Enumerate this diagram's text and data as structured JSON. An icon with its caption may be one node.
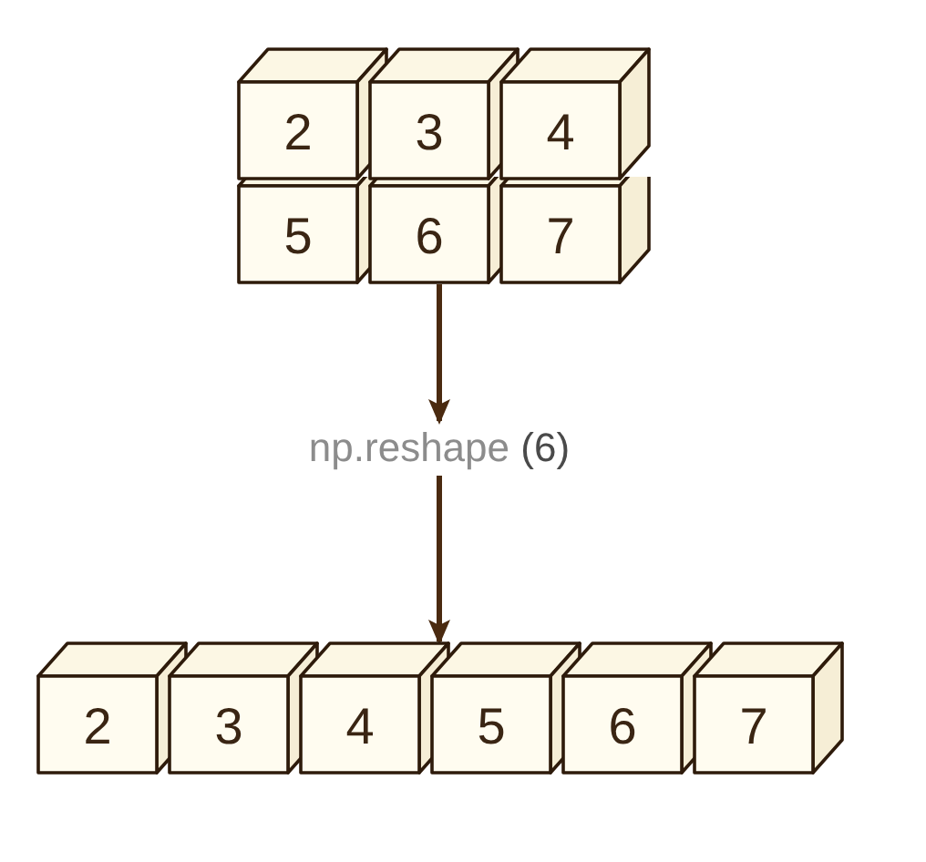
{
  "diagram": {
    "nodes": [
      {
        "text": [
          "2"
        ]
      },
      {
        "text": [
          "3"
        ]
      },
      {
        "text": [
          "4"
        ]
      },
      {
        "text": [
          "5"
        ]
      },
      {
        "text": [
          "6"
        ]
      },
      {
        "text": [
          "7"
        ]
      },
      {
        "text": [
          "np.reshape",
          "(6)"
        ]
      },
      {
        "text": [
          "2"
        ]
      },
      {
        "text": [
          "3"
        ]
      },
      {
        "text": [
          "4"
        ]
      },
      {
        "text": [
          "5"
        ]
      },
      {
        "text": [
          "6"
        ]
      },
      {
        "text": [
          "7"
        ]
      }
    ],
    "edges": [
      {
        "from": 4,
        "to": 6,
        "arrow": "to"
      },
      {
        "from": 6,
        "to": 9,
        "arrow": "to"
      }
    ]
  }
}
